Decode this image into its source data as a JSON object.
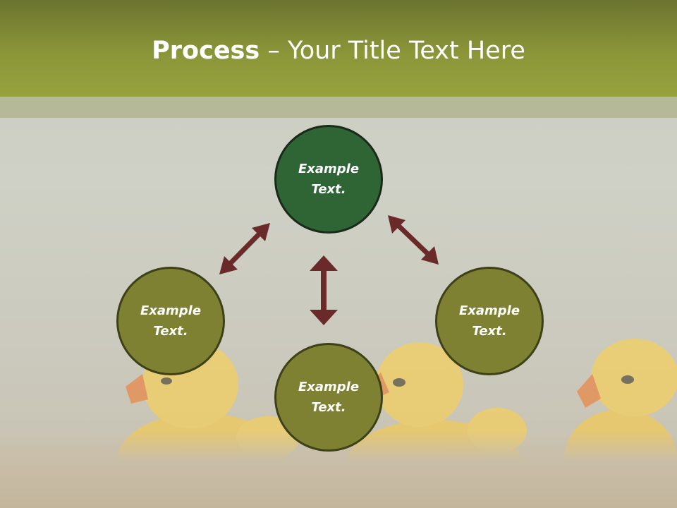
{
  "slide": {
    "title_bold": "Process",
    "title_rest": " – Your Title Text Here"
  },
  "nodes": {
    "top": "Example Text.",
    "left": "Example Text.",
    "right": "Example Text.",
    "bottom": "Example Text."
  },
  "colors": {
    "header": "#8a9638",
    "node_top": "#2f6435",
    "node_olive": "#7e8131",
    "arrow": "#6b2a2a",
    "duck": "#f3c948"
  }
}
